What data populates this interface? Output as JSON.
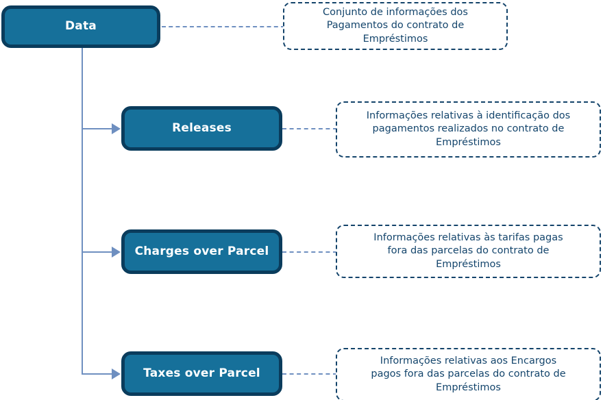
{
  "diagram": {
    "title": "Data",
    "background_color": "#ffffff",
    "node_fill": "#16709a",
    "node_border": "#0a3c5c",
    "node_text_color": "#ffffff",
    "callout_border": "#13436a",
    "callout_text_color": "#14456c",
    "connector_color": "#6e8fc0",
    "root": {
      "label": "Data",
      "callout": "Conjunto de informações dos\nPagamentos do contrato de\nEmpréstimos"
    },
    "children": [
      {
        "label": "Releases",
        "callout": "Informações relativas à identificação dos\npagamentos realizados no contrato de\nEmpréstimos"
      },
      {
        "label": "Charges over Parcel",
        "callout": "Informações relativas às tarifas pagas\nfora das parcelas do contrato de\nEmpréstimos"
      },
      {
        "label": "Taxes over Parcel",
        "callout": "Informações relativas aos Encargos\npagos fora das parcelas do contrato de\nEmpréstimos"
      }
    ]
  }
}
